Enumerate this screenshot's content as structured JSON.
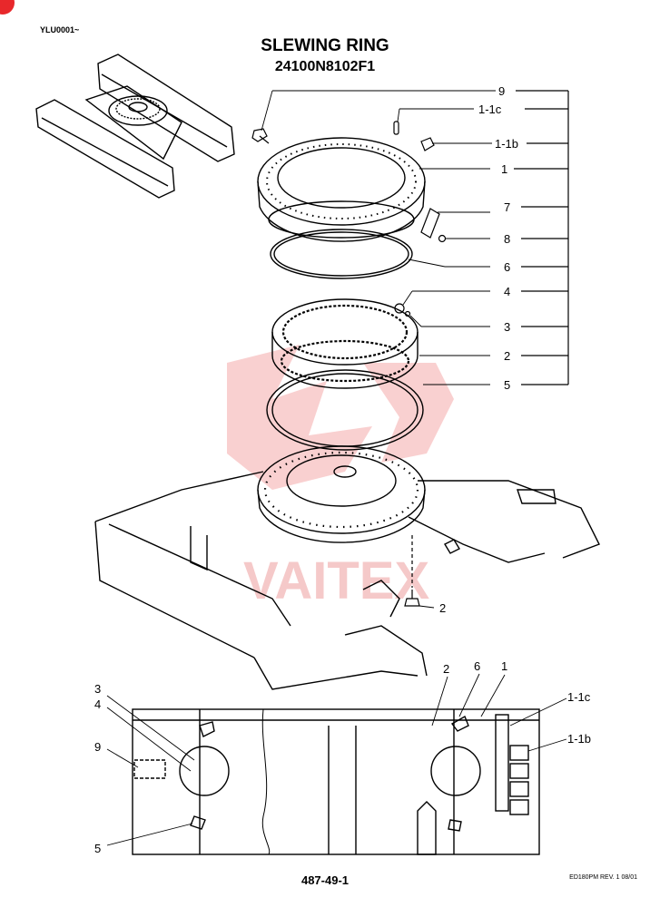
{
  "header": {
    "series": "YLU0001~",
    "title": "SLEWING RING",
    "part_number": "24100N8102F1"
  },
  "footer": {
    "page": "487-49-1",
    "revision": "ED180PM REV. 1 08/01"
  },
  "watermark": {
    "text": "VAITEX",
    "color": "#e8282b"
  },
  "callouts": {
    "upper": [
      "9",
      "1-1c",
      "1-1b",
      "1",
      "7",
      "8",
      "6",
      "4",
      "3",
      "2",
      "5",
      "2"
    ],
    "lower": [
      "2",
      "6",
      "1",
      "1-1c",
      "1-1b",
      "3",
      "4",
      "9",
      "5"
    ]
  },
  "colors": {
    "ink": "#000000",
    "accent": "#e8282b"
  }
}
